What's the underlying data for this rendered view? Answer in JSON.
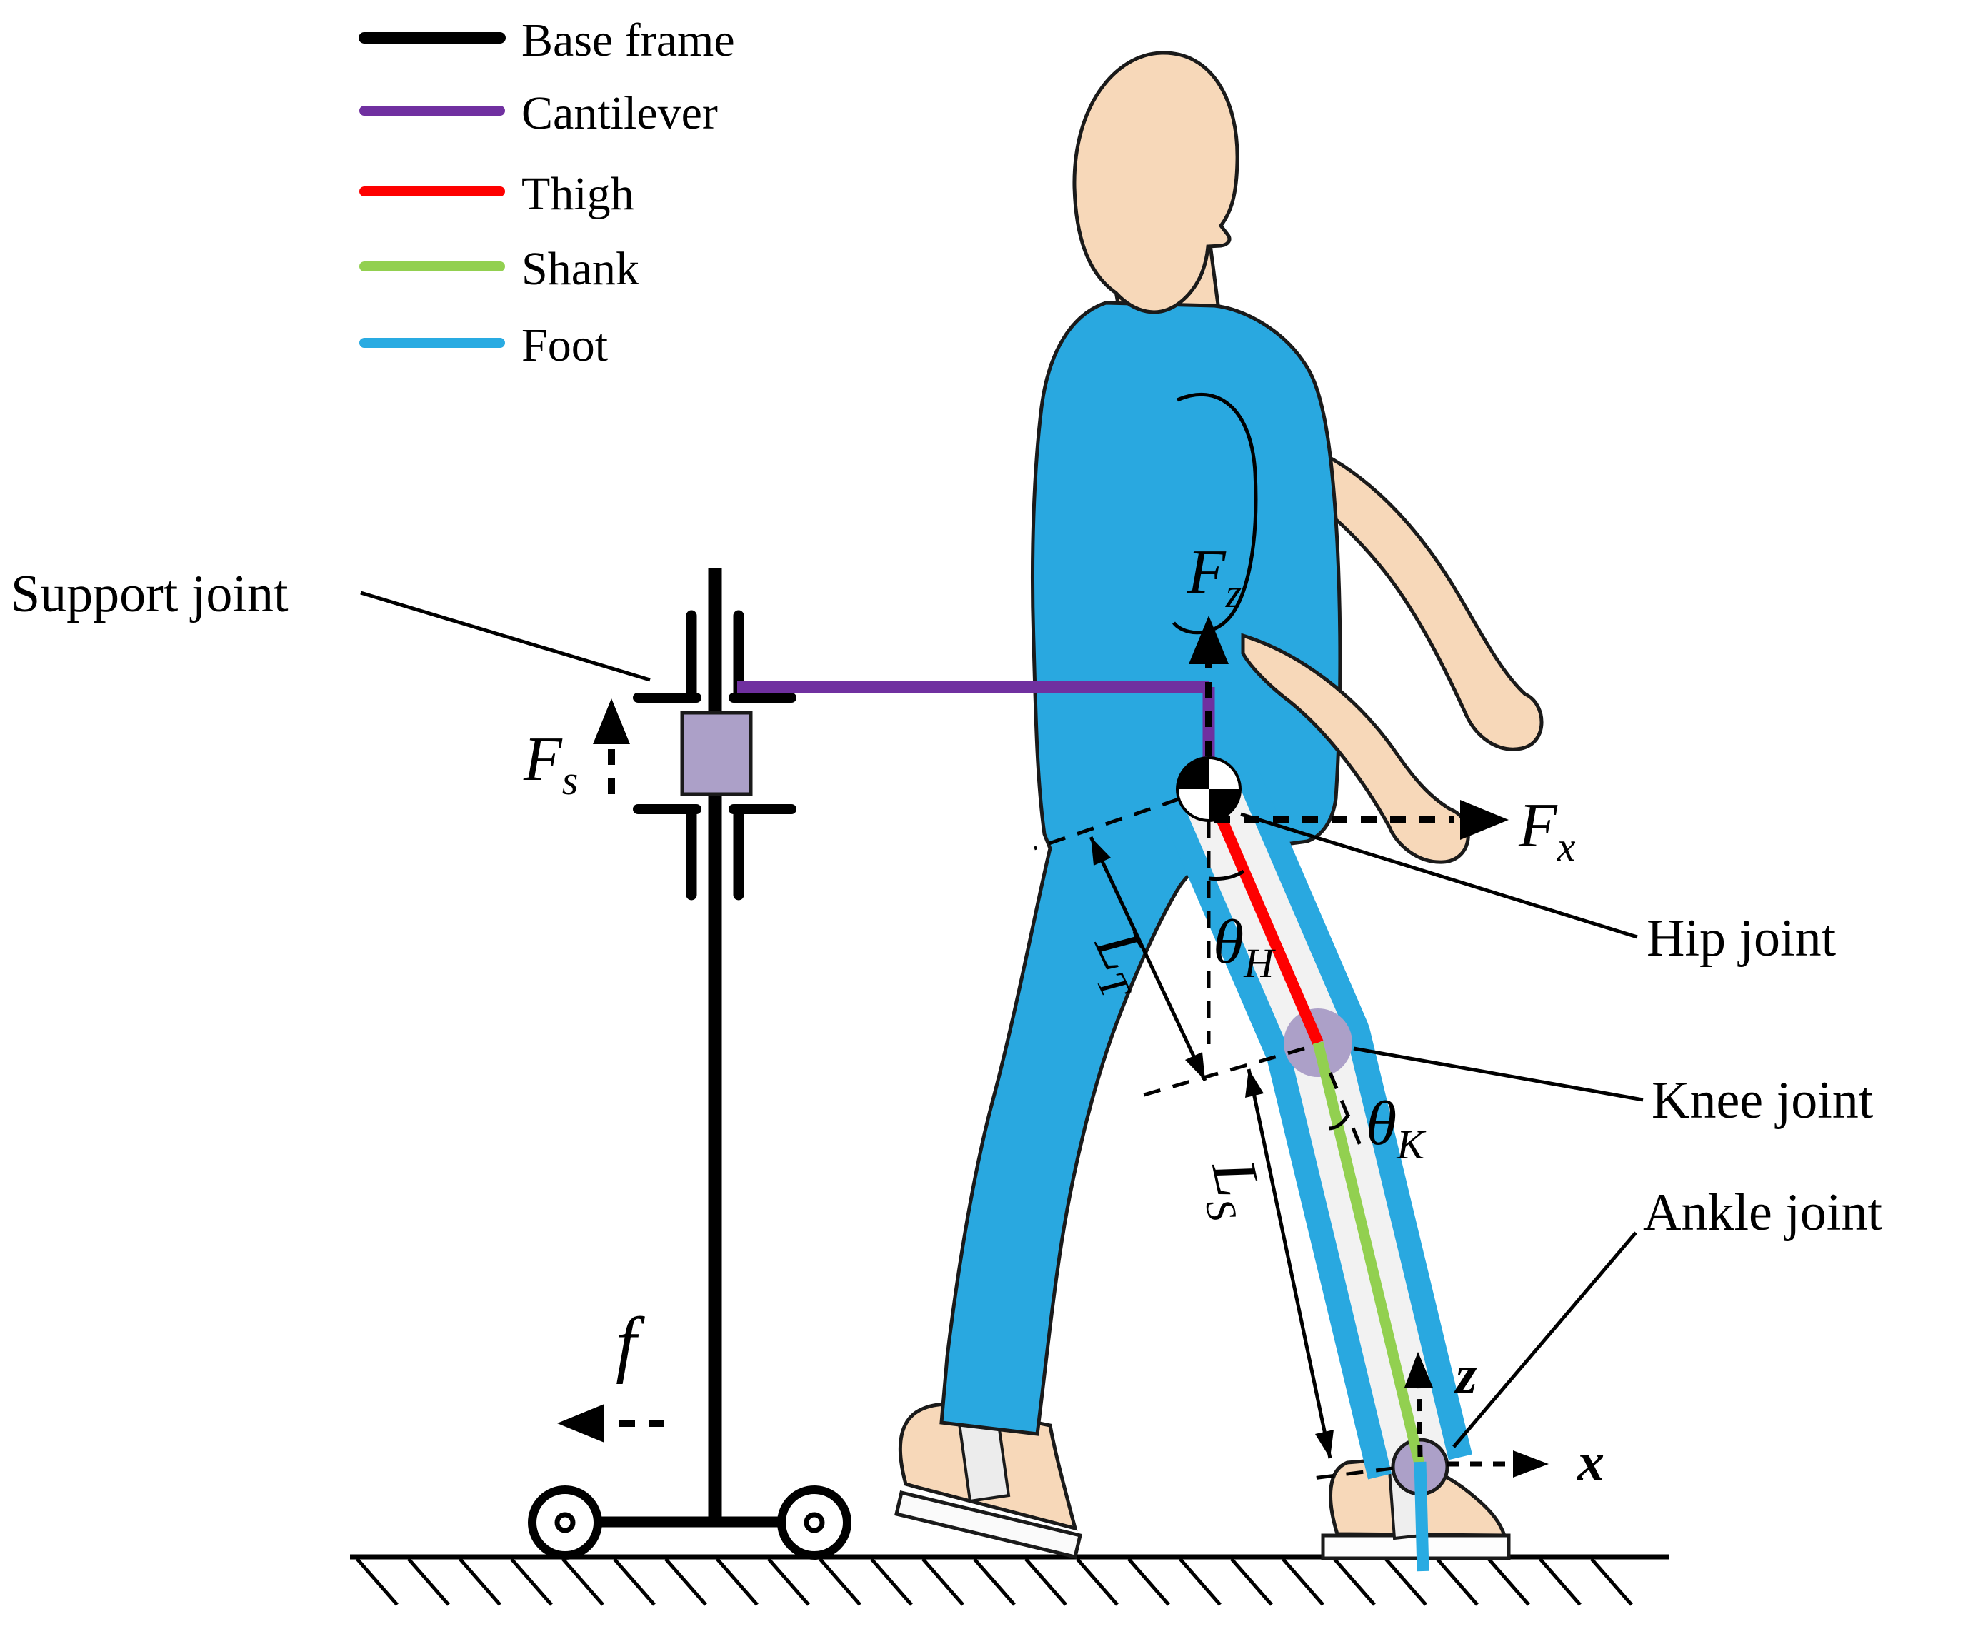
{
  "legend": {
    "items": [
      {
        "label": "Base frame",
        "color": "#000000"
      },
      {
        "label": "Cantilever",
        "color": "#7030a0"
      },
      {
        "label": "Thigh",
        "color": "#fe0000"
      },
      {
        "label": "Shank",
        "color": "#92d050"
      },
      {
        "label": "Foot",
        "color": "#29abe2"
      }
    ]
  },
  "labels": {
    "support_joint": "Support joint",
    "hip_joint": "Hip joint",
    "knee_joint": "Knee joint",
    "ankle_joint": "Ankle joint"
  },
  "symbols": {
    "force_z": {
      "base": "F",
      "sub": "z"
    },
    "force_x": {
      "base": "F",
      "sub": "x"
    },
    "force_s": {
      "base": "F",
      "sub": "s"
    },
    "friction_f": {
      "base": "f",
      "sub": ""
    },
    "hip_angle": {
      "base": "θ",
      "sub": "H"
    },
    "knee_angle": {
      "base": "θ",
      "sub": "K"
    },
    "thigh_length": {
      "base": "L",
      "sub": "T"
    },
    "shank_length": {
      "base": "L",
      "sub": "S"
    },
    "axis_z": "z",
    "axis_x": "x"
  },
  "colors": {
    "base_frame": "#000000",
    "cantilever": "#7030a0",
    "thigh": "#fe0000",
    "shank": "#92d050",
    "foot": "#29abe2",
    "shirt": "#29a8e0",
    "skin": "#f7d8b9",
    "joint_fill": "#aca0c8",
    "exo_white": "#f2f2f2"
  }
}
